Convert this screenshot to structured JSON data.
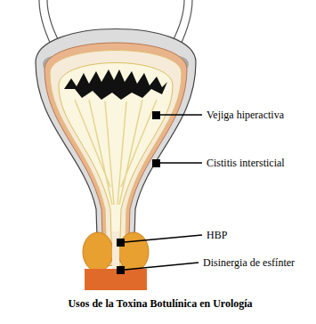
{
  "diagram": {
    "caption": "Usos de la Toxina Botulínica en Urología",
    "labels": [
      "Vejiga hiperactiva",
      "Cistitis intersticial",
      "HBP",
      "Disinergia de esfínter"
    ]
  }
}
